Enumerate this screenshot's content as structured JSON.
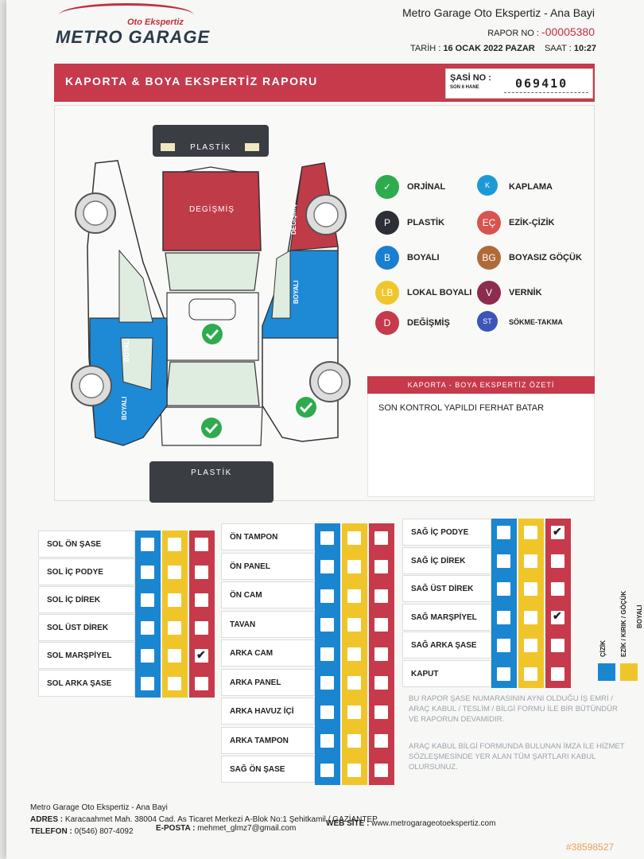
{
  "header": {
    "logo_tagline": "Oto Ekspertiz",
    "logo_name": "METRO GARAGE",
    "company": "Metro Garage Oto Ekspertiz - Ana Bayi",
    "rapor_label": "RAPOR NO :",
    "rapor_no": "-00005380",
    "tarih_label": "TARİH :",
    "tarih_value": "16 OCAK 2022 PAZAR",
    "saat_label": "SAAT :",
    "saat_value": "10:27"
  },
  "band": {
    "title": "KAPORTA & BOYA EKSPERTİZ RAPORU",
    "sasi_label": "ŞASİ NO :",
    "sasi_sub": "SON 6 HANE",
    "sasi_value": "069410"
  },
  "diagram": {
    "plastik_top": "PLASTİK",
    "plastik_bottom": "PLASTİK",
    "degismis_hood": "DEGİŞMİŞ",
    "degismis_right": "DEGİŞMİŞ",
    "boyali_right": "BOYALI",
    "boyali_left1": "BOYALI",
    "boyali_left2": "BOYALI"
  },
  "legend": [
    {
      "code": "✓",
      "label": "ORJİNAL",
      "color": "#2eab4e"
    },
    {
      "code": "K",
      "label": "KAPLAMA",
      "color": "#1b9ad6"
    },
    {
      "code": "P",
      "label": "PLASTİK",
      "color": "#2c2f35"
    },
    {
      "code": "EÇ",
      "label": "EZİK-ÇİZİK",
      "color": "#d9534f"
    },
    {
      "code": "B",
      "label": "BOYALI",
      "color": "#1a7fd0"
    },
    {
      "code": "BG",
      "label": "BOYASIZ GÖÇÜK",
      "color": "#b06a3a"
    },
    {
      "code": "LB",
      "label": "LOKAL BOYALI",
      "color": "#efc72c"
    },
    {
      "code": "V",
      "label": "VERNİK",
      "color": "#8c2c4e"
    },
    {
      "code": "D",
      "label": "DEĞİŞMİŞ",
      "color": "#c63a4b"
    },
    {
      "code": "ST",
      "label": "SÖKME-TAKMA",
      "color": "#3b55b8"
    }
  ],
  "summary": {
    "title": "KAPORTA - BOYA EKSPERTİZ ÖZETİ",
    "text": "SON KONTROL YAPILDI FERHAT BATAR"
  },
  "parts_left": [
    "SOL ÖN ŞASE",
    "SOL İÇ PODYE",
    "SOL İÇ DİREK",
    "SOL ÜST DİREK",
    "SOL MARŞPİYEL",
    "SOL ARKA ŞASE"
  ],
  "parts_mid": [
    "ÖN TAMPON",
    "ÖN PANEL",
    "ÖN CAM",
    "TAVAN",
    "ARKA CAM",
    "ARKA PANEL",
    "ARKA HAVUZ İÇİ",
    "ARKA TAMPON",
    "SAĞ ÖN ŞASE"
  ],
  "parts_right": [
    "SAĞ İÇ PODYE",
    "SAĞ İÇ DİREK",
    "SAĞ ÜST DİREK",
    "SAĞ MARŞPİYEL",
    "SAĞ ARKA ŞASE",
    "KAPUT"
  ],
  "column_legend": {
    "cizik": "ÇİZİK",
    "ezik": "EZİK / KIRIK / GÖÇÜK",
    "boyali": "BOYALI"
  },
  "colors": {
    "blue": "#1a86d0",
    "yellow": "#f0c52a",
    "red": "#c63a4b"
  },
  "notes": {
    "note1": "BU RAPOR ŞASE NUMARASININ AYNI OLDUĞU İŞ EMRİ / ARAÇ KABUL / TESLİM / BİLGİ FORMU İLE BİR BÜTÜNDÜR VE RAPORUN DEVAMIDIR.",
    "note2": "ARAÇ KABUL BİLGİ FORMUNDA BULUNAN İMZA İLE HİZMET SÖZLEŞMESİNDE YER ALAN TÜM ŞARTLARI KABUL OLURSUNUZ."
  },
  "footer": {
    "company": "Metro Garage Oto Ekspertiz - Ana Bayi",
    "adres_label": "ADRES :",
    "adres": "Karacaahmet Mah. 38004 Cad. As Ticaret Merkezi A-Blok No:1 Şehitkamil / GAZİANTEP",
    "telefon_label": "TELEFON :",
    "telefon": "0(546) 807-4092",
    "eposta_label": "E-POSTA :",
    "eposta": "mehmet_glmz7@gmail.com",
    "web_label": "WEB SİTE :",
    "web": "www.metrogarageotoekspertiz.com"
  },
  "watermark": "#38598527"
}
